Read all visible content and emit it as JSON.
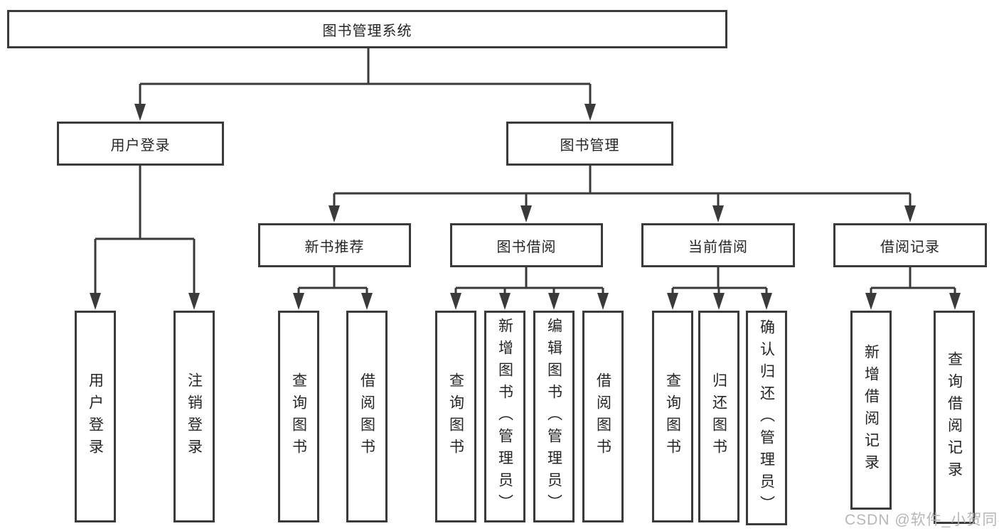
{
  "nodes": {
    "root": "图书管理系统",
    "level2": [
      "用户登录",
      "图书管理"
    ],
    "level3": [
      "新书推荐",
      "图书借阅",
      "当前借阅",
      "借阅记录"
    ],
    "leaves": [
      "用户登录",
      "注销登录",
      "查询图书",
      "借阅图书",
      "查询图书",
      "新增图书（管理员）",
      "编辑图书（管理员）",
      "借阅图书",
      "查询图书",
      "归还图书",
      "确认归还（管理员）",
      "新增借阅记录",
      "查询借阅记录"
    ]
  },
  "edges": [
    {
      "from": "图书管理系统",
      "to": [
        "用户登录",
        "图书管理"
      ]
    },
    {
      "from": "用户登录",
      "to": [
        "用户登录",
        "注销登录"
      ]
    },
    {
      "from": "图书管理",
      "to": [
        "新书推荐",
        "图书借阅",
        "当前借阅",
        "借阅记录"
      ]
    },
    {
      "from": "新书推荐",
      "to": [
        "查询图书",
        "借阅图书"
      ]
    },
    {
      "from": "图书借阅",
      "to": [
        "查询图书",
        "新增图书（管理员）",
        "编辑图书（管理员）",
        "借阅图书"
      ]
    },
    {
      "from": "当前借阅",
      "to": [
        "查询图书",
        "归还图书",
        "确认归还（管理员）"
      ]
    },
    {
      "from": "借阅记录",
      "to": [
        "新增借阅记录",
        "查询借阅记录"
      ]
    }
  ],
  "watermark": "CSDN @软件_小贺同学",
  "colors": {
    "line": "#3a3a3a",
    "border": "#3a3a3a",
    "text": "#252525",
    "watermark": "#b3b3b3",
    "background": "#ffffff"
  }
}
